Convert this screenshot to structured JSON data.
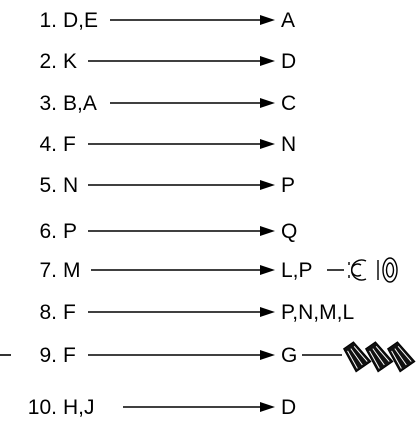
{
  "steps": [
    {
      "number": "1.",
      "from": "D,E",
      "to": "A"
    },
    {
      "number": "2.",
      "from": "K",
      "to": "D"
    },
    {
      "number": "3.",
      "from": "B,A",
      "to": "C"
    },
    {
      "number": "4.",
      "from": "F",
      "to": "N"
    },
    {
      "number": "5.",
      "from": "N",
      "to": "P"
    },
    {
      "number": "6.",
      "from": "P",
      "to": "Q"
    },
    {
      "number": "7.",
      "from": "M",
      "to": "L,P",
      "accessory": "ring-terminal-icon"
    },
    {
      "number": "8.",
      "from": "F",
      "to": "P,N,M,L"
    },
    {
      "number": "9.",
      "from": "F",
      "to": "G",
      "accessory": "wire-nut-connectors-icon",
      "leader": true
    },
    {
      "number": "10.",
      "from": "H,J",
      "to": "D"
    }
  ]
}
